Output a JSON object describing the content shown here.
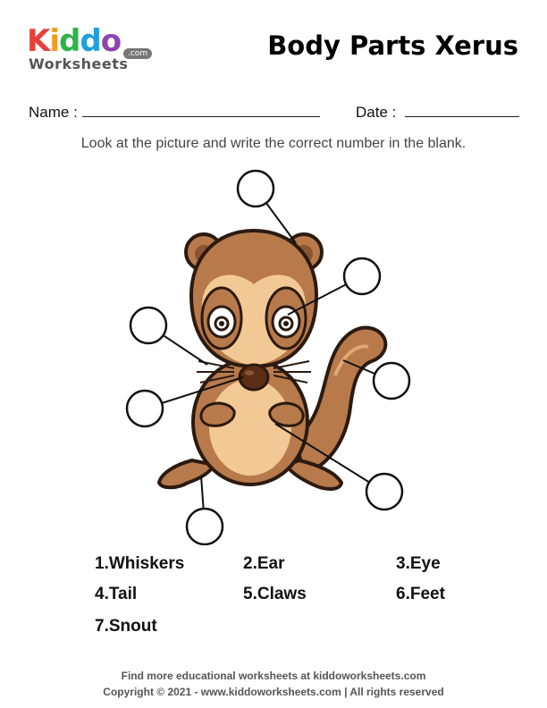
{
  "brand": {
    "letters": [
      {
        "ch": "K",
        "color": "#e8413b"
      },
      {
        "ch": "i",
        "color": "#f39c1f"
      },
      {
        "ch": "d",
        "color": "#2fb34a"
      },
      {
        "ch": "d",
        "color": "#1ea0dc"
      },
      {
        "ch": "o",
        "color": "#8e44ad"
      }
    ],
    "sub": "Worksheets",
    "com": ".com"
  },
  "title": "Body Parts Xerus",
  "fields": {
    "name_label": "Name :",
    "date_label": "Date :"
  },
  "instruction": "Look at the picture and write the correct number in the blank.",
  "options": [
    {
      "label": "1.Whiskers"
    },
    {
      "label": "2.Ear"
    },
    {
      "label": "3.Eye"
    },
    {
      "label": "4.Tail"
    },
    {
      "label": "5.Claws"
    },
    {
      "label": "6.Feet"
    },
    {
      "label": "7.Snout"
    }
  ],
  "footer": {
    "line1": "Find more educational worksheets at kiddoworksheets.com",
    "line2": "Copyright © 2021 - www.kiddoworksheets.com  |  All rights reserved"
  },
  "colors": {
    "fur": "#b87a4b",
    "fur_dark": "#8a5530",
    "belly": "#f2c994",
    "outline": "#2b1a10"
  }
}
